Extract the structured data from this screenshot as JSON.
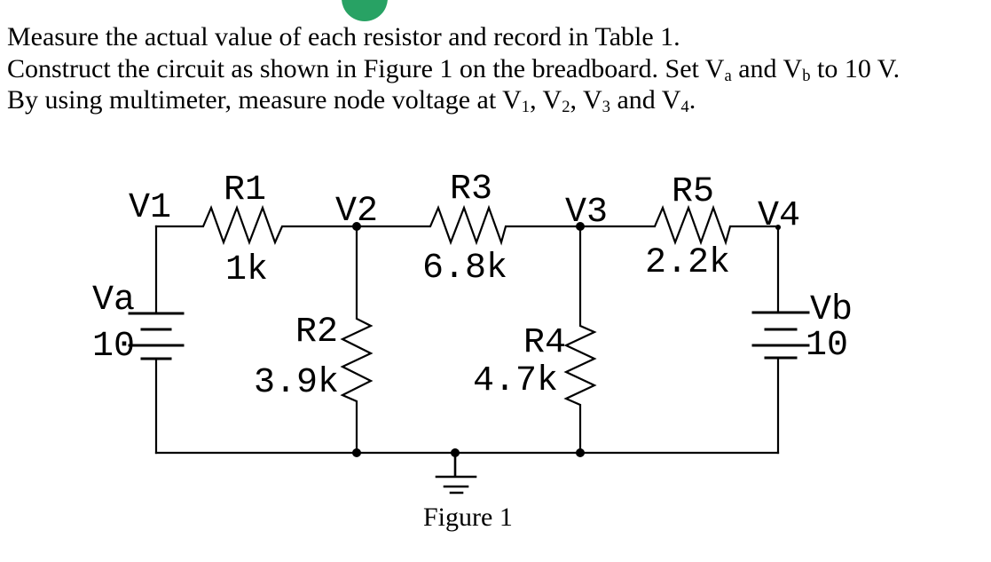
{
  "decor": {
    "green_circle_color": "#28a264"
  },
  "instructions": {
    "line1": "Measure the actual value of each resistor and record in Table 1.",
    "line2": {
      "p1": "Construct the circuit as shown in Figure 1 on the breadboard. Set V",
      "s1": "a",
      "p2": " and V",
      "s2": "b",
      "p3": " to 10 V."
    },
    "line3": {
      "p1": "By using multimeter, measure node voltage at V",
      "s1": "1",
      "p2": ", V",
      "s2": "2",
      "p3": ", V",
      "s3": "3",
      "p4": " and V",
      "s4": "4",
      "p5": "."
    }
  },
  "figure": {
    "caption": "Figure 1",
    "nodes": {
      "v1": "V1",
      "v2": "V2",
      "v3": "V3",
      "v4": "V4"
    },
    "resistors": [
      {
        "name": "R1",
        "value": "1k"
      },
      {
        "name": "R2",
        "value": "3.9k"
      },
      {
        "name": "R3",
        "value": "6.8k"
      },
      {
        "name": "R4",
        "value": "4.7k"
      },
      {
        "name": "R5",
        "value": "2.2k"
      }
    ],
    "sources": [
      {
        "name": "Va",
        "value": "10"
      },
      {
        "name": "Vb",
        "value": "10"
      }
    ]
  }
}
